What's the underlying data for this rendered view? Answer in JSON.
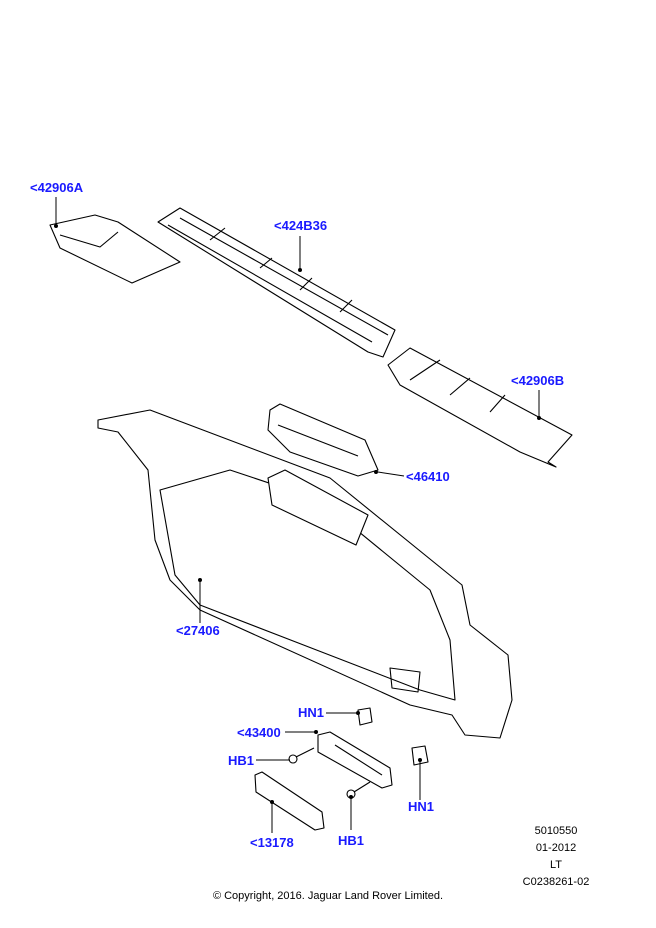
{
  "callouts": {
    "c42906a": "<42906A",
    "c424b36": "<424B36",
    "c42906b": "<42906B",
    "c46410": "<46410",
    "c27406": "<27406",
    "hn1_top": "HN1",
    "c43400": "<43400",
    "hb1_left": "HB1",
    "hn1_right": "HN1",
    "hb1_bottom": "HB1",
    "c13178": "<13178"
  },
  "meta": {
    "code": "5010550",
    "date": "01-2012",
    "region": "LT",
    "illustration": "C0238261-02"
  },
  "copyright": "© Copyright, 2016. Jaguar Land Rover Limited.",
  "colors": {
    "callout": "#1a1aff"
  }
}
